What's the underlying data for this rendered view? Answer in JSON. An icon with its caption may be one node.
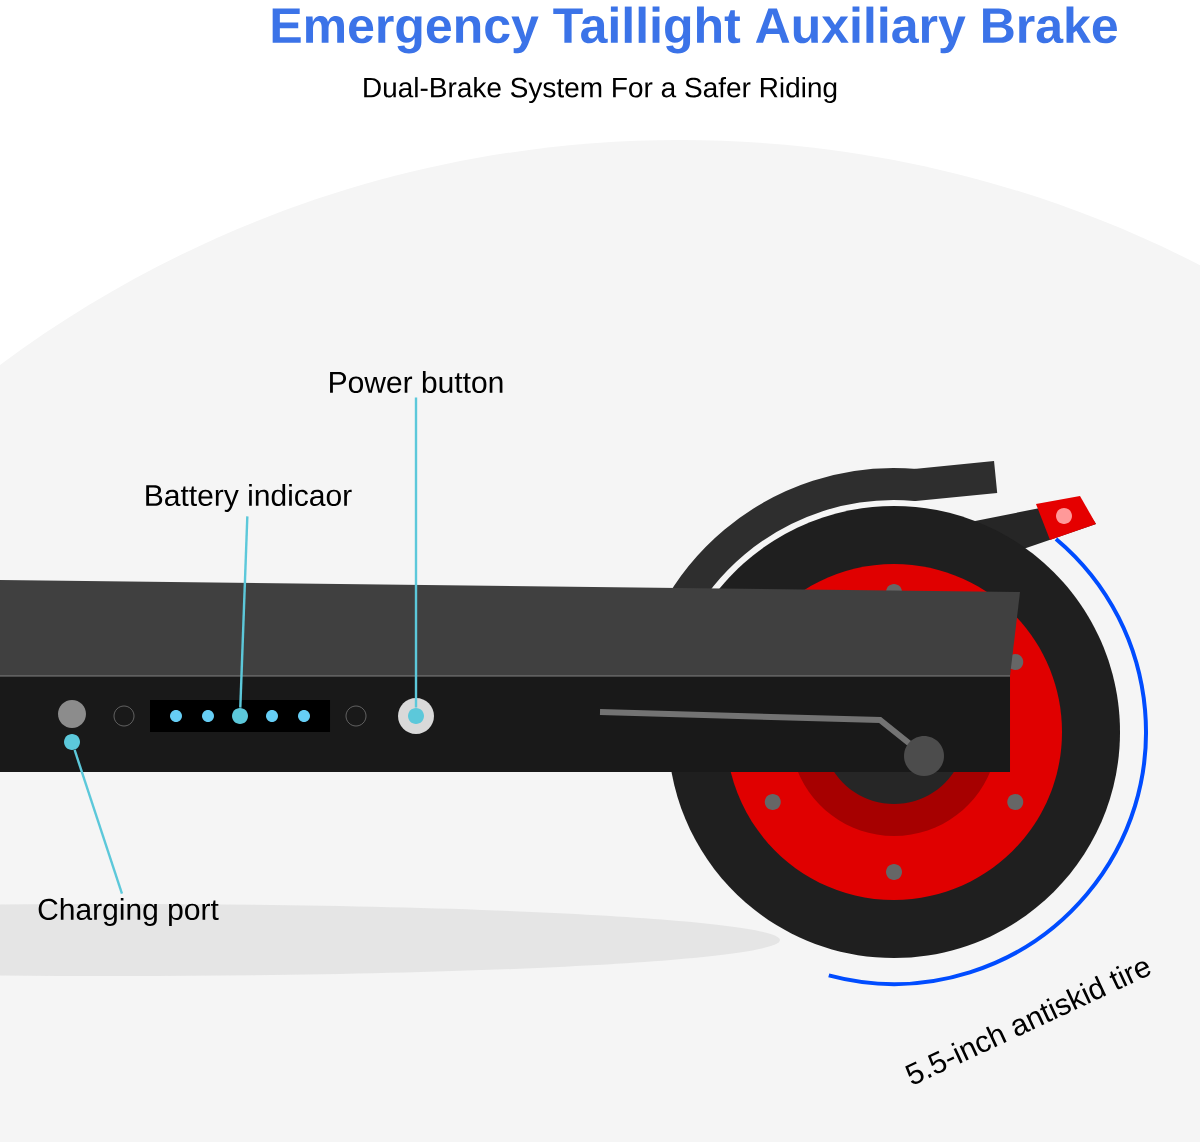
{
  "diagram": {
    "title": "Emergency Taillight Auxiliary Brake",
    "nodes": [
      {
        "text": [
          "Power button"
        ]
      },
      {
        "text": [],
        "shape": "circle"
      },
      {
        "text": [
          "Battery indicaor"
        ]
      },
      {
        "text": [],
        "shape": "circle"
      },
      {
        "text": [],
        "shape": "circle"
      },
      {
        "text": [
          "Charging port"
        ]
      }
    ],
    "edges": [
      {
        "from": 0,
        "to": 1,
        "arrow": "none"
      },
      {
        "from": 2,
        "to": 3,
        "arrow": "none"
      },
      {
        "from": 5,
        "to": 4,
        "arrow": "none"
      }
    ],
    "labels": [
      "Dual-Brake System For a Safer Riding",
      "5.5-inch antiskid tire"
    ]
  }
}
